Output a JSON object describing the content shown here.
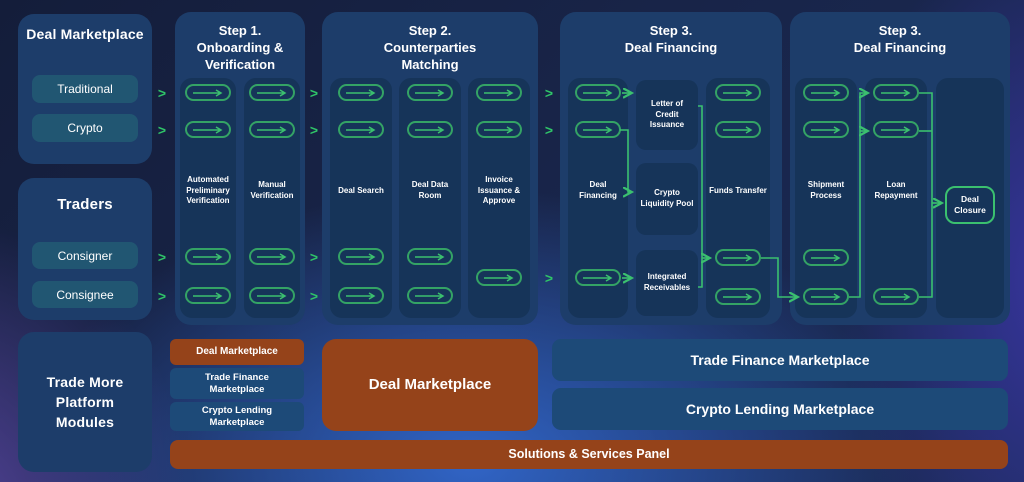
{
  "sidebar": {
    "deal_marketplace": {
      "title": "Deal Marketplace",
      "options": [
        "Traditional",
        "Crypto"
      ]
    },
    "traders": {
      "title": "Traders",
      "options": [
        "Consigner",
        "Consignee"
      ]
    },
    "trade_more": {
      "title": "Trade More Platform Modules"
    }
  },
  "steps": [
    {
      "step": "Step 1.",
      "name": "Onboarding & Verification",
      "columns": [
        {
          "label": "Automated Preliminary Verification"
        },
        {
          "label": "Manual Verification"
        }
      ]
    },
    {
      "step": "Step 2.",
      "name": "Counterparties Matching",
      "columns": [
        {
          "label": "Deal Search"
        },
        {
          "label": "Deal Data Room"
        },
        {
          "label": "Invoice Issuance & Approve"
        }
      ]
    },
    {
      "step": "Step 3.",
      "name": "Deal Financing",
      "columns": [
        {
          "label": "Deal Financing"
        },
        {
          "label": "Funds Transfer"
        }
      ],
      "boxes": [
        "Letter of Credit Issuance",
        "Crypto Liquidity Pool",
        "Integrated Receivables"
      ]
    },
    {
      "step": "Step 3.",
      "name": "Deal Financing",
      "columns": [
        {
          "label": "Shipment Process"
        },
        {
          "label": "Loan Repayment"
        }
      ],
      "closure_box": "Deal Closure"
    }
  ],
  "footer": {
    "module_stack": [
      "Deal Marketplace",
      "Trade Finance Marketplace",
      "Crypto Lending Marketplace"
    ],
    "deal_marketplace_panel": "Deal Marketplace",
    "trade_finance_bar": "Trade Finance Marketplace",
    "crypto_lending_bar": "Crypto Lending Marketplace",
    "solutions_bar": "Solutions & Services Panel"
  },
  "icons": {
    "chevron": ">"
  },
  "colors": {
    "accent_green": "#3bc06f",
    "orange": "#95431a",
    "panel_blue": "#1d3d6a",
    "column_blue": "#163459",
    "teal_button": "#215672",
    "bar_blue": "#1d4a78"
  }
}
